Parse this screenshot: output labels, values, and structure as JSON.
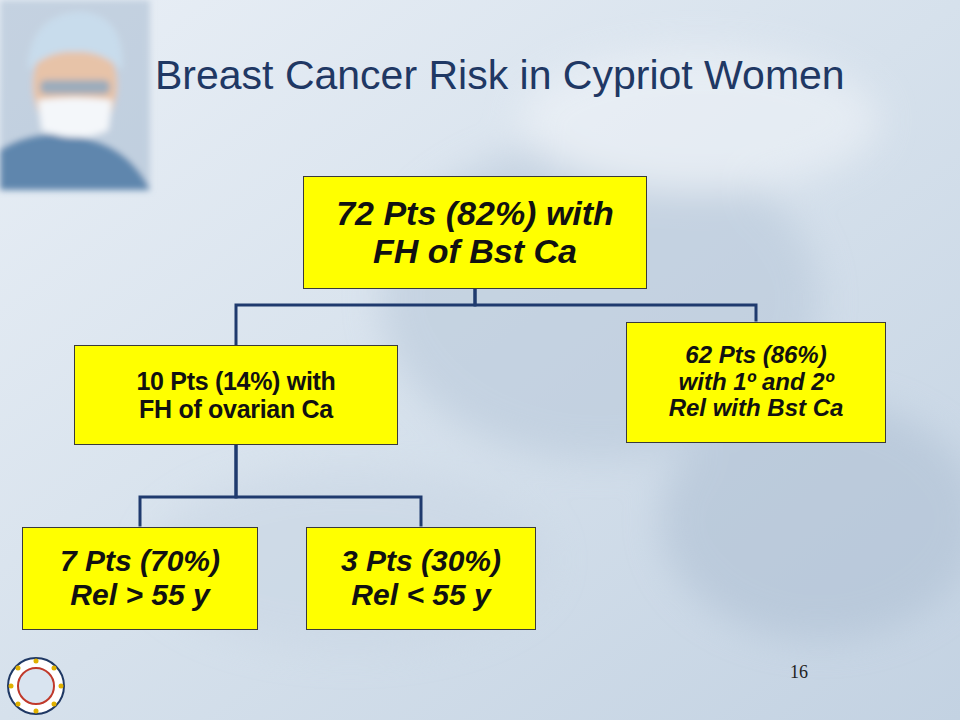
{
  "diagram": {
    "title": "Breast Cancer Risk in Cypriot Women",
    "nodes": [
      {
        "text": [
          "72 Pts (82%) with FH of Bst Ca"
        ]
      },
      {
        "text": [
          "10 Pts (14%) with FH of ovarian Ca"
        ]
      },
      {
        "text": [
          "62 Pts (86%) with 1º and 2º Rel with Bst Ca"
        ]
      },
      {
        "text": [
          "7 Pts (70%) Rel > 55 y"
        ]
      },
      {
        "text": [
          "3 Pts (30%) Rel < 55 y"
        ]
      }
    ],
    "edges": [
      {
        "from": 0,
        "to": 1,
        "arrow": "none"
      },
      {
        "from": 0,
        "to": 2,
        "arrow": "none"
      },
      {
        "from": 1,
        "to": 3,
        "arrow": "none"
      },
      {
        "from": 1,
        "to": 4,
        "arrow": "none"
      }
    ],
    "labels": [
      "16"
    ]
  }
}
